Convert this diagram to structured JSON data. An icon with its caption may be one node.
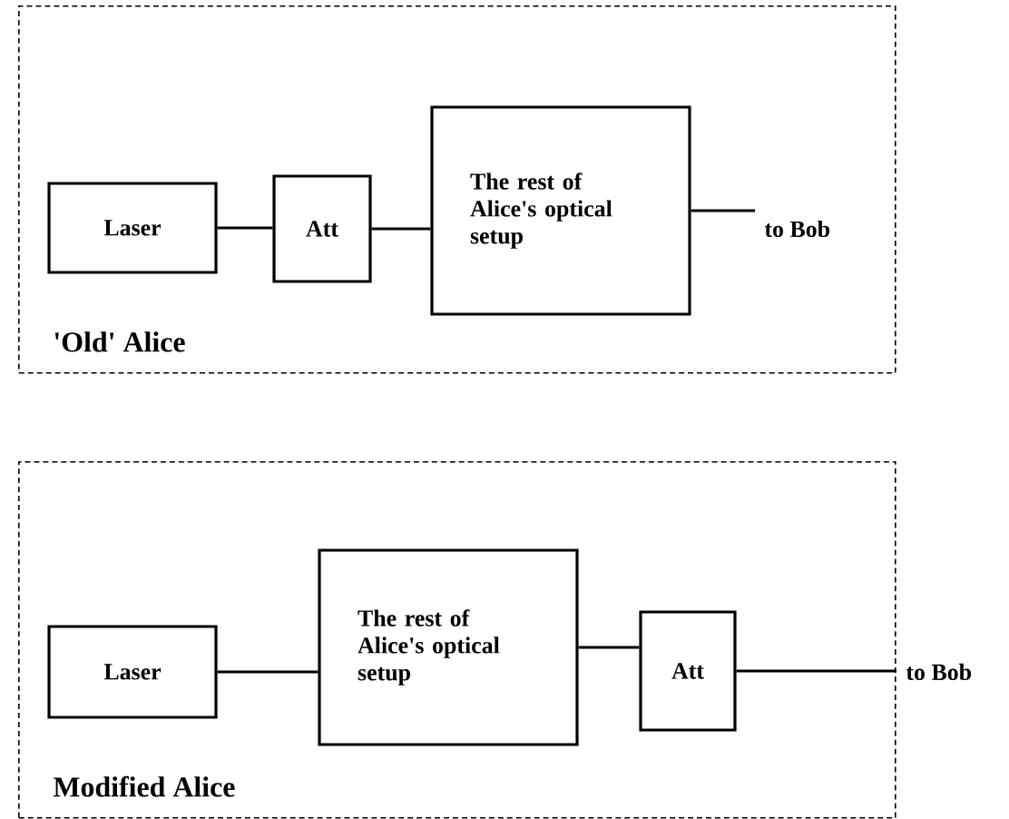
{
  "diagram": {
    "nodes": [
      {
        "text": [
          "'Old' Alice"
        ]
      },
      {
        "text": [
          "Laser"
        ],
        "in": 0
      },
      {
        "text": [
          "Att"
        ],
        "in": 0
      },
      {
        "text": [
          "The rest of Alice's optical setup"
        ],
        "in": 0
      },
      {
        "text": [
          "to Bob"
        ],
        "in": 0
      },
      {
        "text": [
          "Modified Alice"
        ]
      },
      {
        "text": [
          "Laser"
        ],
        "in": 5
      },
      {
        "text": [
          "The rest of Alice's optical setup"
        ],
        "in": 5
      },
      {
        "text": [
          "Att"
        ],
        "in": 5
      },
      {
        "text": [
          "to Bob"
        ]
      }
    ],
    "edges": [
      {
        "from": 1,
        "to": 2,
        "arrow": "none"
      },
      {
        "from": 2,
        "to": 3,
        "arrow": "none"
      },
      {
        "from": 3,
        "to": 4,
        "arrow": "none"
      },
      {
        "from": 6,
        "to": 7,
        "arrow": "none"
      },
      {
        "from": 7,
        "to": 8,
        "arrow": "none"
      },
      {
        "from": 8,
        "to": 9,
        "arrow": "none"
      }
    ]
  }
}
